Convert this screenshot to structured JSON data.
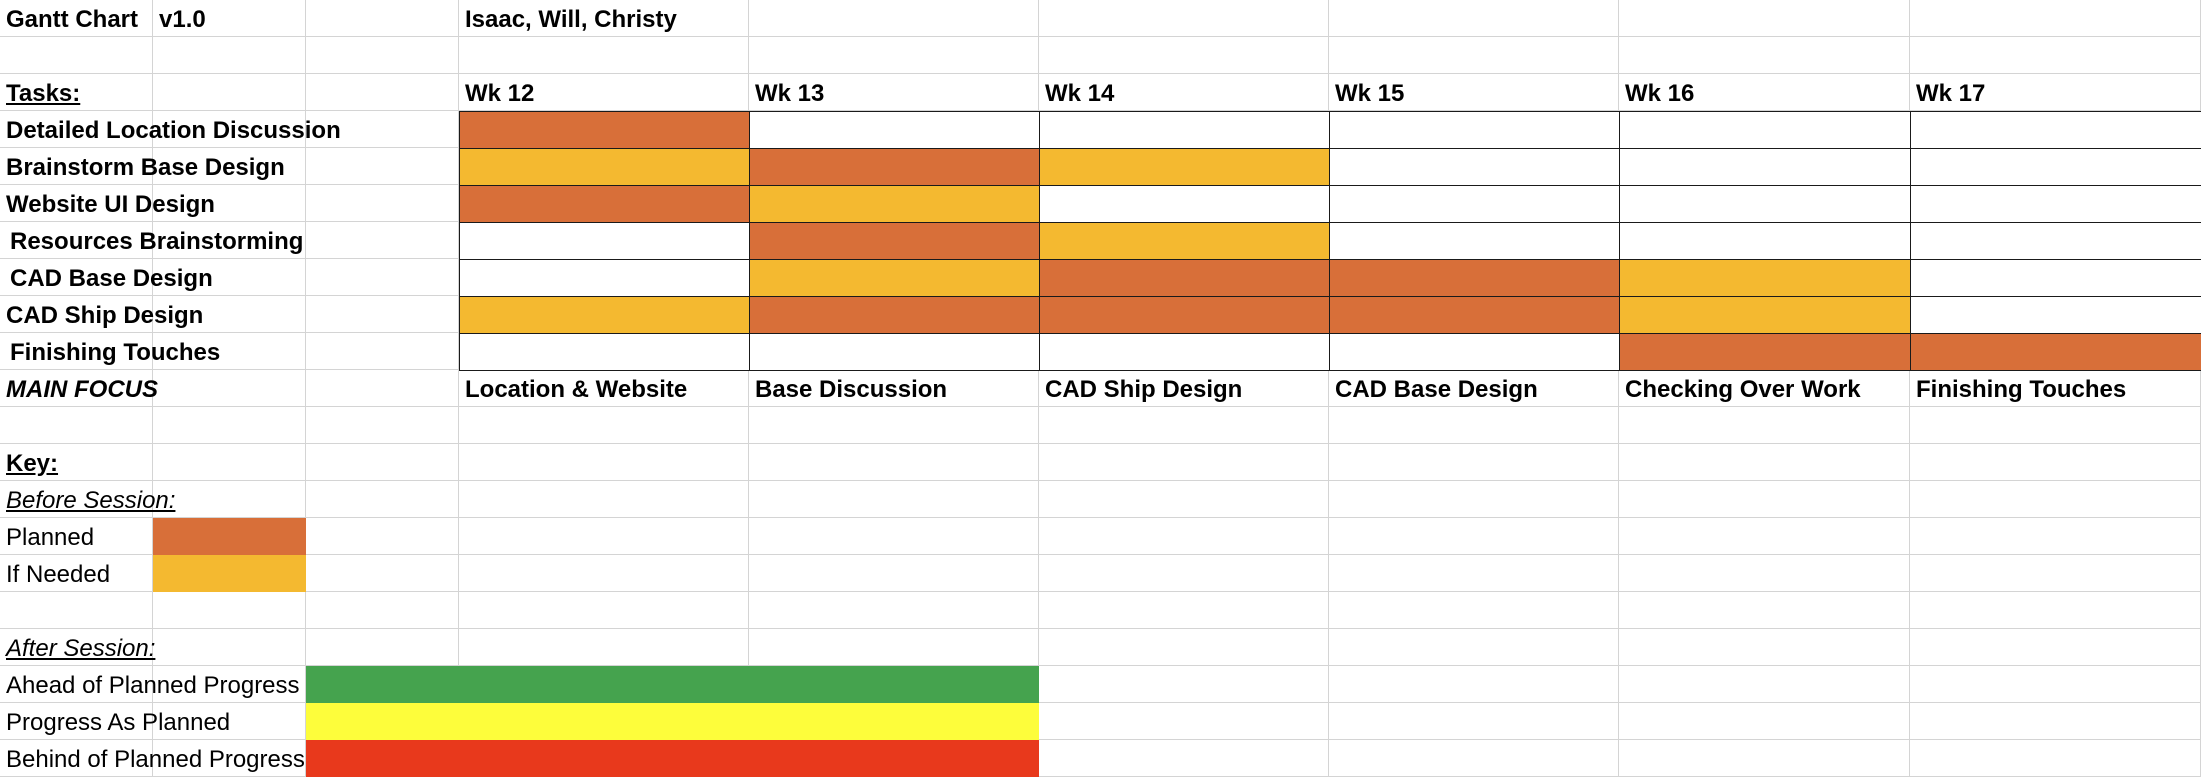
{
  "colors": {
    "planned": "#D86F39",
    "if_needed": "#F4B930",
    "empty": "#FFFFFF",
    "ahead": "#45A34E",
    "as_planned": "#FDFD3B",
    "behind": "#E8391C"
  },
  "header": {
    "title": "Gantt Chart",
    "version": "v1.0",
    "team": "Isaac, Will, Christy"
  },
  "tasks_label": "Tasks:",
  "weeks": [
    "Wk 12",
    "Wk 13",
    "Wk 14",
    "Wk 15",
    "Wk 16",
    "Wk 17"
  ],
  "tasks": [
    {
      "name": "Detailed Location Discussion",
      "indent": false,
      "cells": [
        "planned",
        "empty",
        "empty",
        "empty",
        "empty",
        "empty"
      ]
    },
    {
      "name": "Brainstorm Base Design",
      "indent": false,
      "cells": [
        "if_needed",
        "planned",
        "if_needed",
        "empty",
        "empty",
        "empty"
      ]
    },
    {
      "name": "Website UI Design",
      "indent": false,
      "cells": [
        "planned",
        "if_needed",
        "empty",
        "empty",
        "empty",
        "empty"
      ]
    },
    {
      "name": "Resources Brainstorming",
      "indent": true,
      "cells": [
        "empty",
        "planned",
        "if_needed",
        "empty",
        "empty",
        "empty"
      ]
    },
    {
      "name": "CAD Base Design",
      "indent": true,
      "cells": [
        "empty",
        "if_needed",
        "planned",
        "planned",
        "if_needed",
        "empty"
      ]
    },
    {
      "name": "CAD Ship Design",
      "indent": false,
      "cells": [
        "if_needed",
        "planned",
        "planned",
        "planned",
        "if_needed",
        "empty"
      ]
    },
    {
      "name": "Finishing Touches",
      "indent": true,
      "cells": [
        "empty",
        "empty",
        "empty",
        "empty",
        "planned",
        "planned"
      ]
    }
  ],
  "main_focus": {
    "label": "MAIN FOCUS",
    "items": [
      "Location & Website",
      "Base Discussion",
      "CAD Ship Design",
      "CAD Base Design",
      "Checking Over Work",
      "Finishing Touches"
    ]
  },
  "key": {
    "title": "Key:",
    "before_session": "Before Session:",
    "before_items": [
      {
        "label": "Planned",
        "color": "planned"
      },
      {
        "label": "If Needed",
        "color": "if_needed"
      }
    ],
    "after_session": "After Session:",
    "after_items": [
      {
        "label": "Ahead of Planned Progress",
        "color": "ahead"
      },
      {
        "label": "Progress As Planned",
        "color": "as_planned"
      },
      {
        "label": "Behind of Planned Progress",
        "color": "behind"
      }
    ]
  }
}
